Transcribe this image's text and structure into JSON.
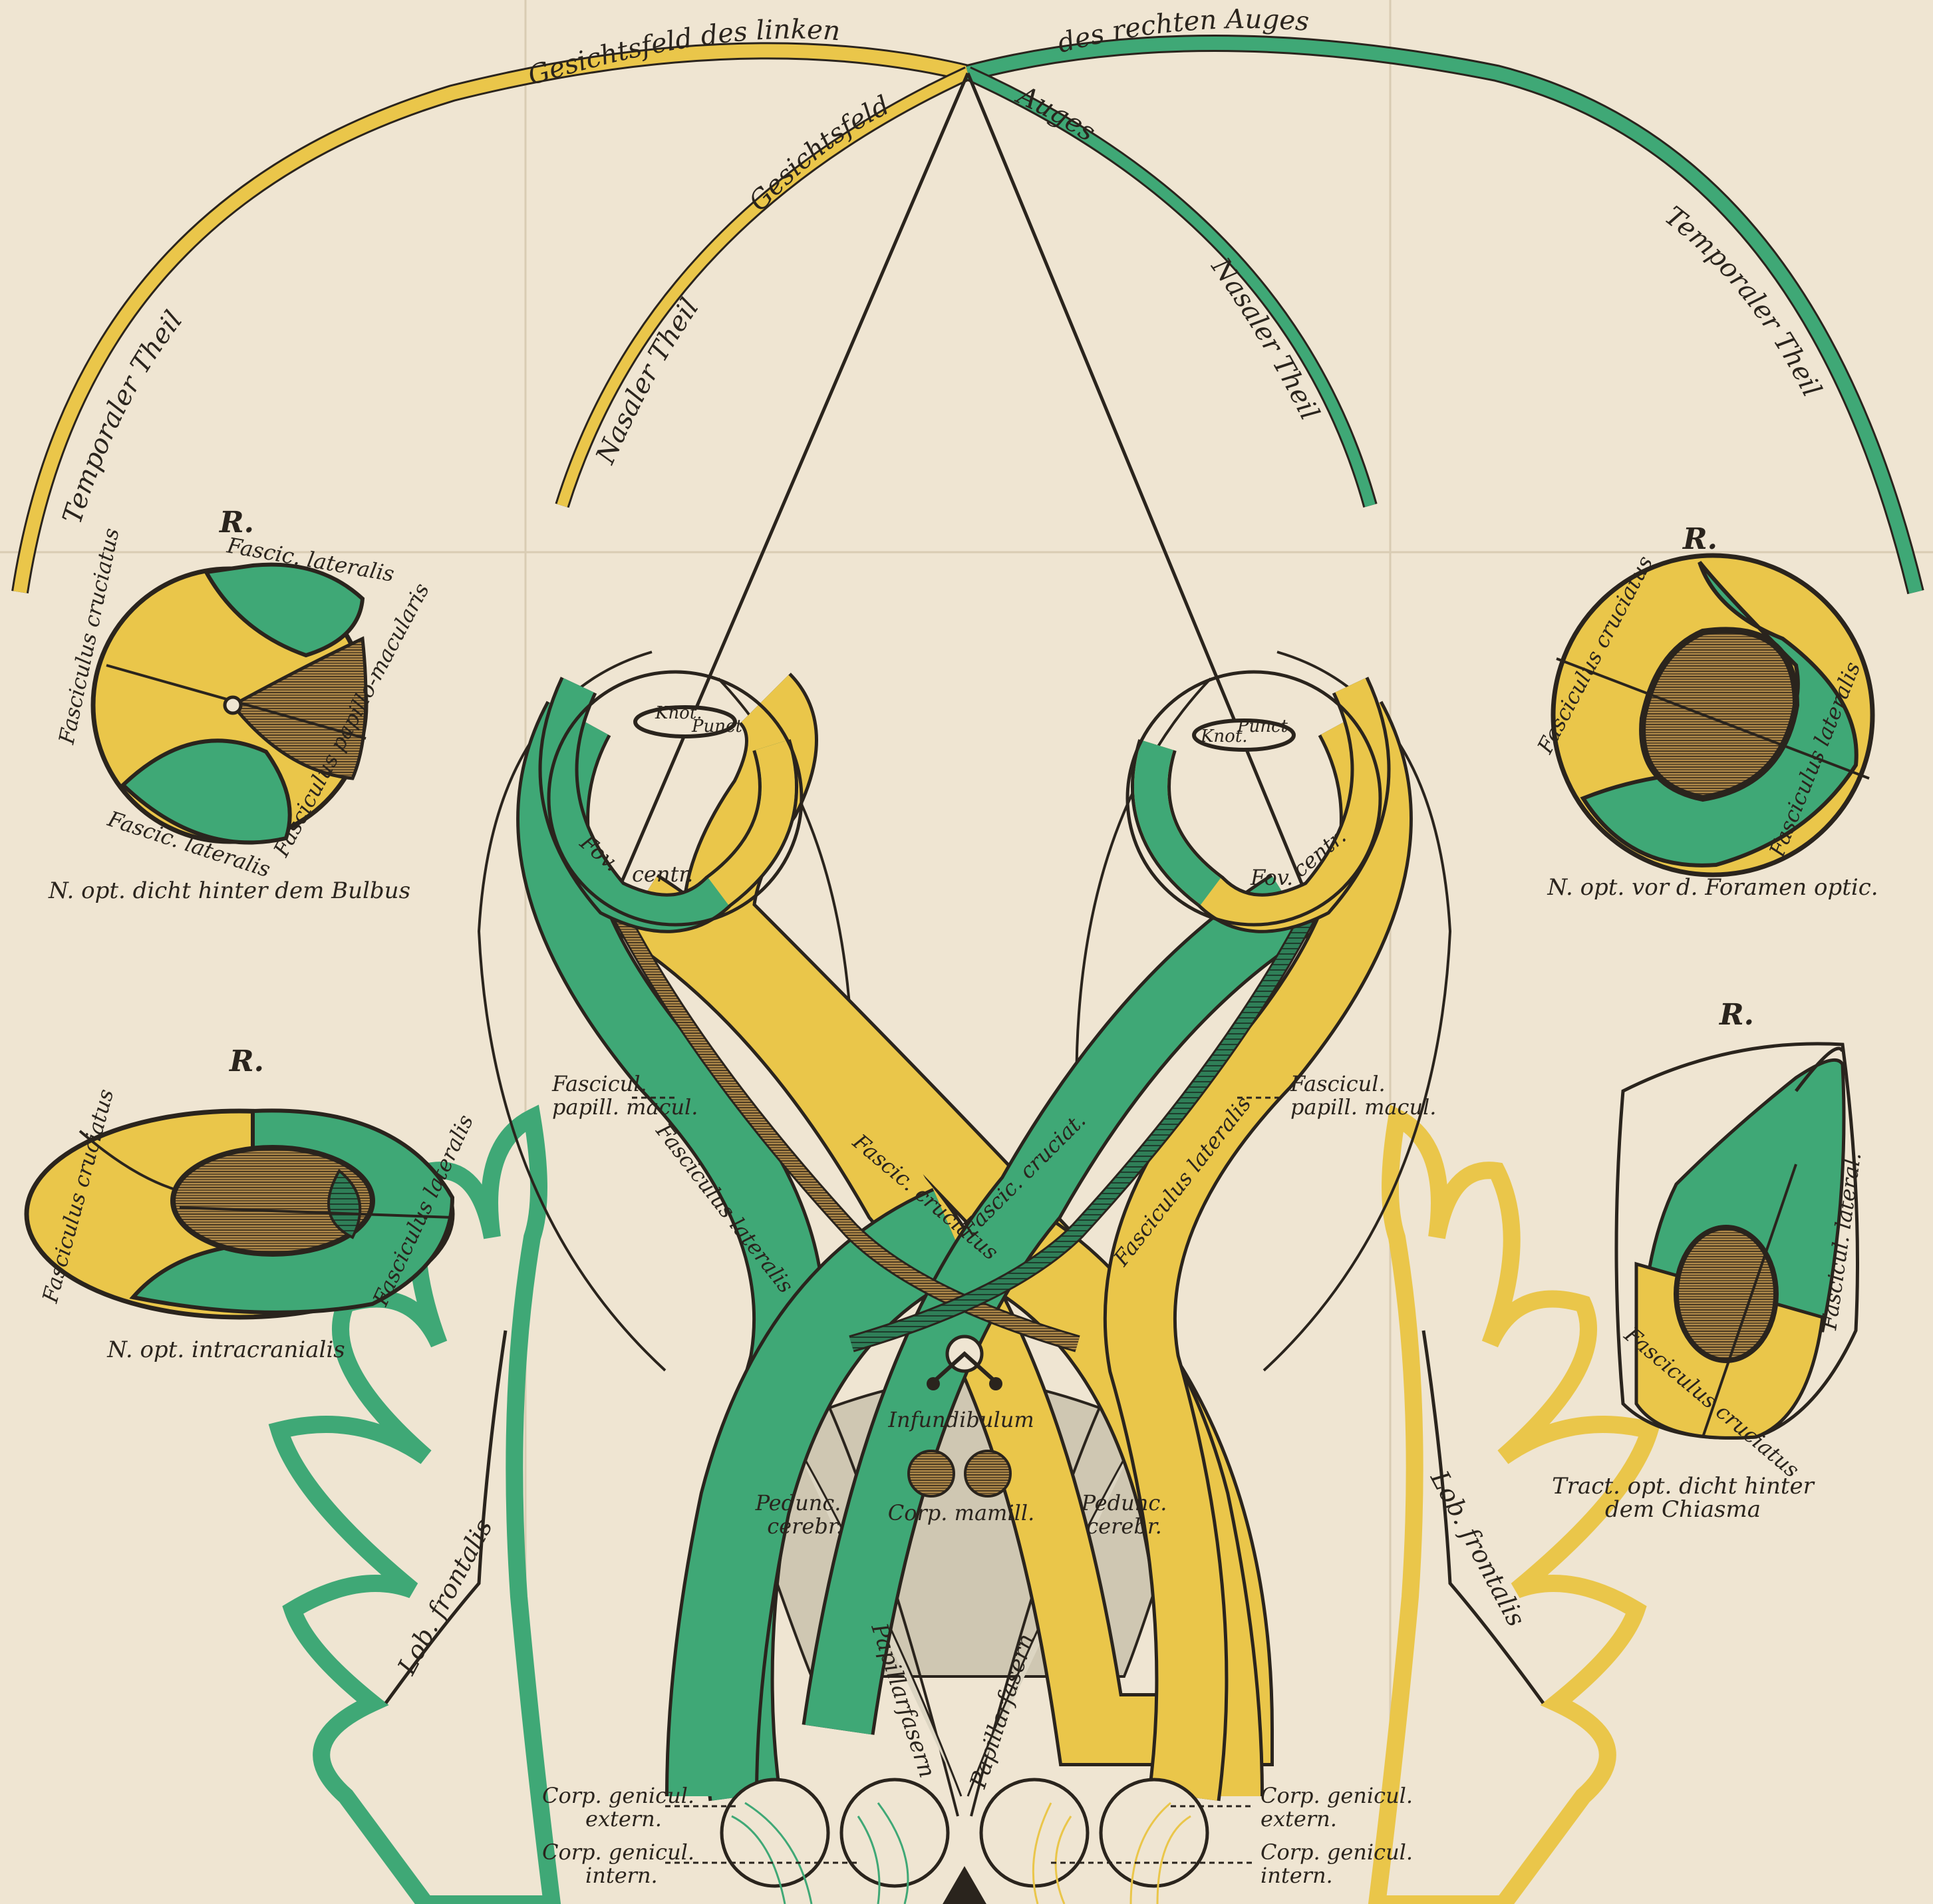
{
  "colors": {
    "paper": "#efe5d2",
    "yellow": "#eac64a",
    "green": "#3fa876",
    "dark_green": "#2f7f58",
    "hatch": "#b08a4a",
    "gray": "#cfc7b2",
    "ink": "#2a241d"
  },
  "arcs": {
    "left_outer": "Gesichtsfeld des linken",
    "right_outer": "des rechten Auges",
    "left_inner": "Gesichtsfeld",
    "right_inner": "Auges",
    "left_temporal": "Temporaler Theil",
    "left_nasal": "Nasaler Theil",
    "right_nasal": "Nasaler Theil",
    "right_temporal": "Temporaler Theil"
  },
  "insets": {
    "bulbus": {
      "r": "R.",
      "lateralis_top": "Fascic. lateralis",
      "cruciatus": "Fasciculus cruciatus",
      "papillo": "Fasciculus papillo-macularis",
      "lateralis_bottom": "Fascic. lateralis",
      "caption": "N. opt. dicht hinter dem Bulbus"
    },
    "intracranialis": {
      "r": "R.",
      "cruciatus": "Fasciculus cruciatus",
      "lateralis": "Fasciculus lateralis",
      "caption": "N. opt. intracranialis"
    },
    "foramen": {
      "r": "R.",
      "cruciatus": "Fasciculus cruciatus",
      "lateralis": "Fasciculus lateralis",
      "caption": "N. opt. vor d. Foramen optic."
    },
    "chiasma": {
      "r": "R.",
      "lateral": "Fascicul. lateral.",
      "cruciatus": "Fasciculus cruciatus",
      "caption_1": "Tract. opt. dicht hinter",
      "caption_2": "dem Chiasma"
    }
  },
  "central": {
    "knot": "Knot.",
    "punct": "Punct",
    "fov_left_1": "Fov.",
    "fov_left_2": "centr.",
    "fov_right_1": "Fov.",
    "fov_right_2": "centr.",
    "papill_left_1": "Fascicul.",
    "papill_left_2": "papill. macul.",
    "papill_right_1": "Fascicul.",
    "papill_right_2": "papill. macul.",
    "lateralis_left": "Fasciculus lateralis",
    "lateralis_right": "Fasciculus lateralis",
    "cruciat_left": "Fascic. cruciatus",
    "cruciat_right": "Fascic. cruciat.",
    "infundibulum": "Infundibulum",
    "corp_mamill": "Corp. mamill.",
    "pedunc_left_1": "Pedunc.",
    "pedunc_left_2": "cerebr.",
    "pedunc_right_1": "Pedunc.",
    "pedunc_right_2": "cerebr.",
    "papillar_left": "Papillarfasern",
    "papillar_right": "Papillarfasern",
    "lob_left": "Lob. frontalis",
    "lob_right": "Lob. frontalis",
    "genic_ext_left_1": "Corp. genicul.",
    "genic_ext_left_2": "extern.",
    "genic_int_left_1": "Corp. genicul.",
    "genic_int_left_2": "intern.",
    "genic_ext_right_1": "Corp. genicul.",
    "genic_ext_right_2": "extern.",
    "genic_int_right_1": "Corp. genicul.",
    "genic_int_right_2": "intern."
  }
}
